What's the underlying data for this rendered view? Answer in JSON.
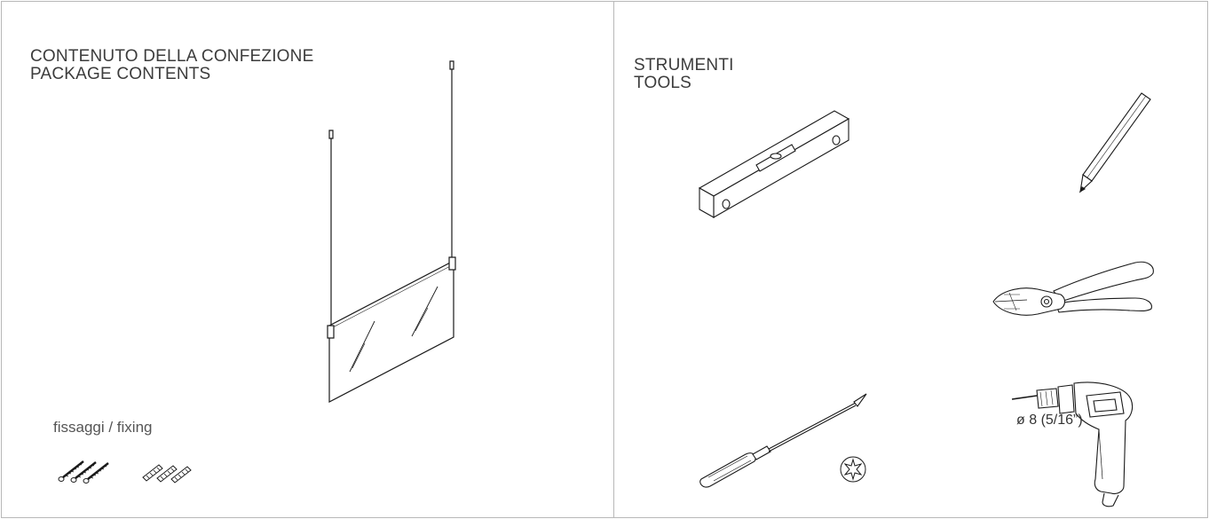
{
  "package_contents": {
    "title_it": "CONTENUTO DELLA CONFEZIONE",
    "title_en": "PACKAGE CONTENTS",
    "fixing_label": "fissaggi / fixing"
  },
  "tools": {
    "title_it": "STRUMENTI",
    "title_en": "TOOLS",
    "drill_bit_label": "ø 8 (5/16”)"
  },
  "icons": [
    "suspended-glass-panel-icon",
    "screw-icon",
    "wall-plug-icon",
    "spirit-level-icon",
    "pencil-icon",
    "wire-cutter-pliers-icon",
    "screwdriver-icon",
    "phillips-head-icon",
    "electric-drill-icon"
  ],
  "colors": {
    "border": "#b8b8b8",
    "text": "#3c3c3c",
    "line": "#1a1a1a"
  }
}
